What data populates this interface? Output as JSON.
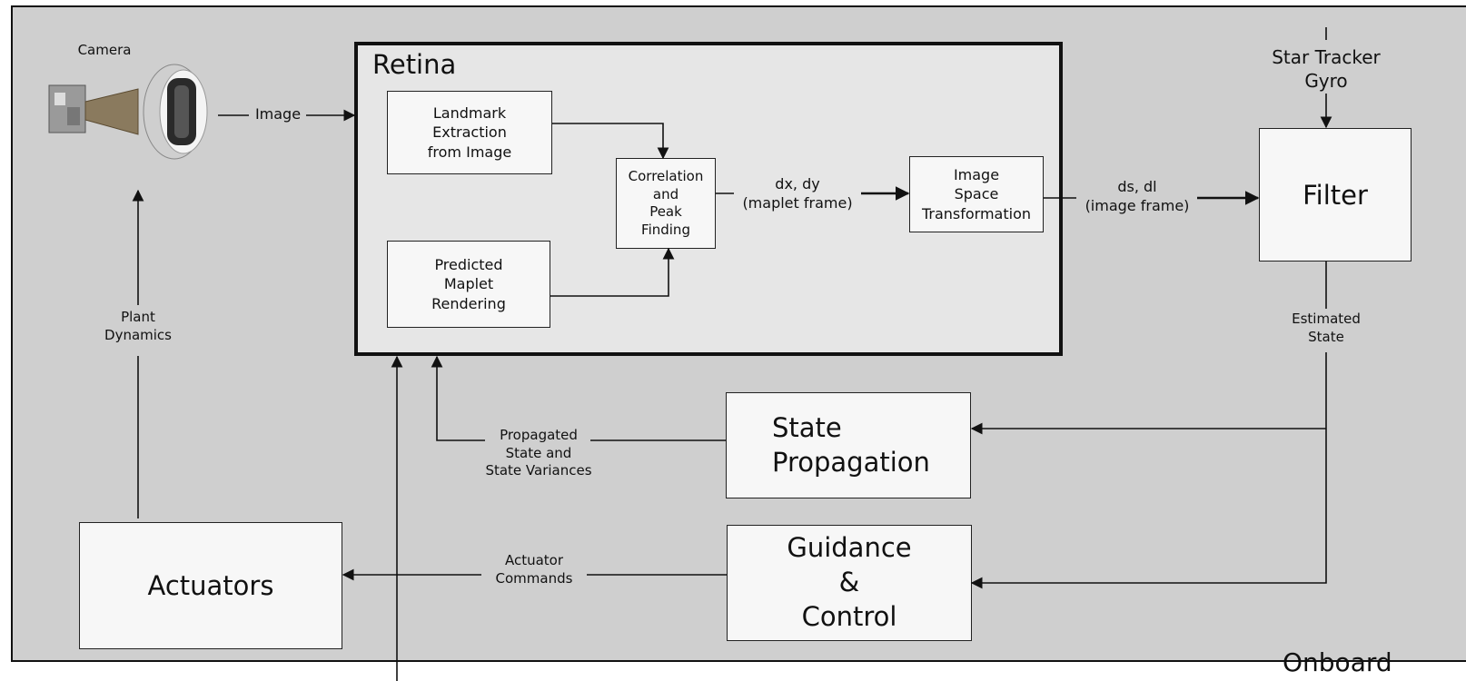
{
  "camera": {
    "label": "Camera"
  },
  "retina": {
    "title": "Retina"
  },
  "blocks": {
    "landmark": "Landmark\nExtraction\nfrom Image",
    "maplet": "Predicted\nMaplet\nRendering",
    "correlation": "Correlation\nand\nPeak\nFinding",
    "image_space": "Image\nSpace\nTransformation",
    "filter": "Filter",
    "state_prop": "State\nPropagation",
    "guidance": "Guidance\n&\nControl",
    "actuators": "Actuators"
  },
  "labels": {
    "image": "Image",
    "dxdy": "dx, dy\n(maplet frame)",
    "dsdl": "ds, dl\n(image frame)",
    "star_tracker": "Star Tracker\nGyro",
    "estimated_state": "Estimated\nState",
    "propagated": "Propagated\nState and\nState Variances",
    "actuator_cmds": "Actuator\nCommands",
    "plant": "Plant\nDynamics",
    "onboard": "Onboard"
  }
}
